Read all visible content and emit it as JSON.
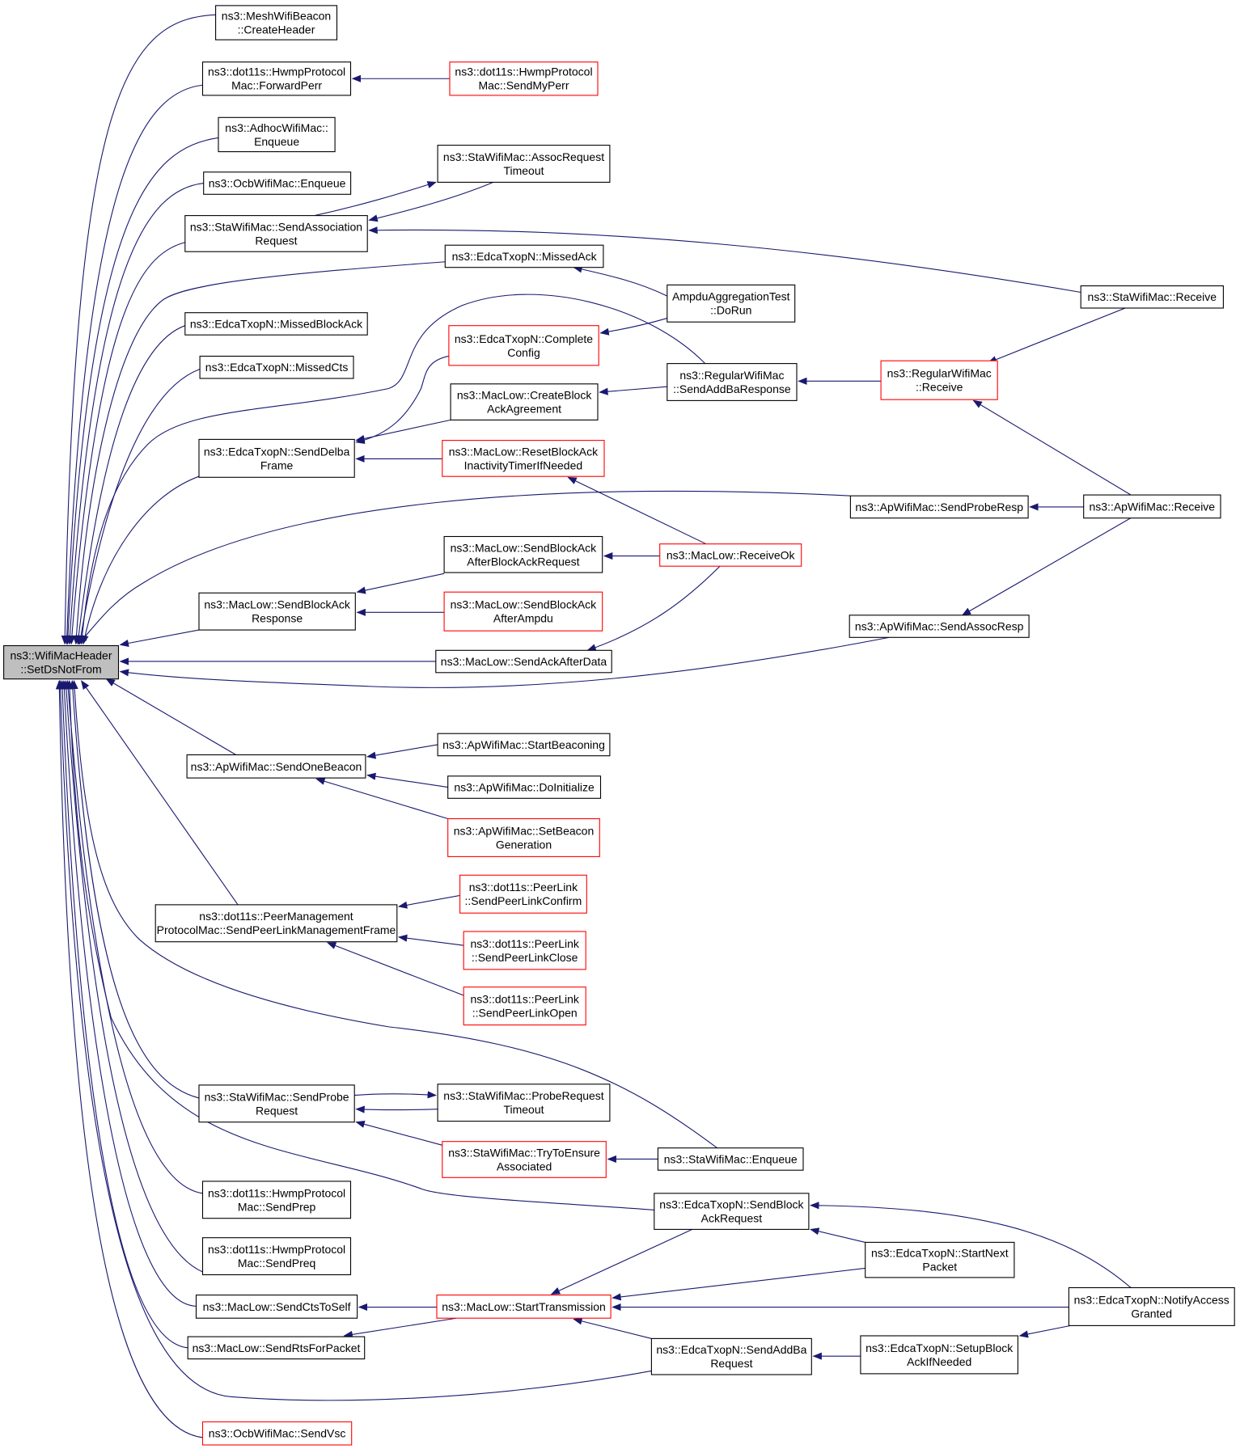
{
  "colors": {
    "edge": "#191970",
    "border_default": "#000000",
    "border_truncated": "#ff0000",
    "root_fill": "#bfbfbf"
  },
  "nodes": [
    {
      "id": "root",
      "lines": [
        "ns3::WifiMacHeader",
        "::SetDsNotFrom"
      ],
      "style": "root"
    },
    {
      "id": "n1",
      "lines": [
        "ns3::MeshWifiBeacon",
        "::CreateHeader"
      ],
      "style": "default"
    },
    {
      "id": "n2",
      "lines": [
        "ns3::dot11s::HwmpProtocol",
        "Mac::ForwardPerr"
      ],
      "style": "default"
    },
    {
      "id": "n3",
      "lines": [
        "ns3::dot11s::HwmpProtocol",
        "Mac::SendMyPerr"
      ],
      "style": "truncated"
    },
    {
      "id": "n4",
      "lines": [
        "ns3::AdhocWifiMac::",
        "Enqueue"
      ],
      "style": "default"
    },
    {
      "id": "n5",
      "lines": [
        "ns3::OcbWifiMac::Enqueue"
      ],
      "style": "default"
    },
    {
      "id": "n6",
      "lines": [
        "ns3::StaWifiMac::AssocRequest",
        "Timeout"
      ],
      "style": "default"
    },
    {
      "id": "n7",
      "lines": [
        "ns3::StaWifiMac::SendAssociation",
        "Request"
      ],
      "style": "default"
    },
    {
      "id": "n8",
      "lines": [
        "ns3::EdcaTxopN::MissedAck"
      ],
      "style": "default"
    },
    {
      "id": "n9",
      "lines": [
        "ns3::StaWifiMac::Receive"
      ],
      "style": "default"
    },
    {
      "id": "n10",
      "lines": [
        "AmpduAggregationTest",
        "::DoRun"
      ],
      "style": "default"
    },
    {
      "id": "n11",
      "lines": [
        "ns3::EdcaTxopN::MissedBlockAck"
      ],
      "style": "default"
    },
    {
      "id": "n12",
      "lines": [
        "ns3::EdcaTxopN::Complete",
        "Config"
      ],
      "style": "truncated"
    },
    {
      "id": "n13",
      "lines": [
        "ns3::EdcaTxopN::MissedCts"
      ],
      "style": "default"
    },
    {
      "id": "n14",
      "lines": [
        "ns3::RegularWifiMac",
        "::SendAddBaResponse"
      ],
      "style": "default"
    },
    {
      "id": "n15",
      "lines": [
        "ns3::RegularWifiMac",
        "::Receive"
      ],
      "style": "truncated"
    },
    {
      "id": "n16",
      "lines": [
        "ns3::MacLow::CreateBlock",
        "AckAgreement"
      ],
      "style": "default"
    },
    {
      "id": "n17",
      "lines": [
        "ns3::EdcaTxopN::SendDelba",
        "Frame"
      ],
      "style": "default"
    },
    {
      "id": "n18",
      "lines": [
        "ns3::MacLow::ResetBlockAck",
        "InactivityTimerIfNeeded"
      ],
      "style": "truncated"
    },
    {
      "id": "n19",
      "lines": [
        "ns3::ApWifiMac::SendProbeResp"
      ],
      "style": "default"
    },
    {
      "id": "n20",
      "lines": [
        "ns3::ApWifiMac::Receive"
      ],
      "style": "default"
    },
    {
      "id": "n21",
      "lines": [
        "ns3::MacLow::SendBlockAck",
        "AfterBlockAckRequest"
      ],
      "style": "default"
    },
    {
      "id": "n22",
      "lines": [
        "ns3::MacLow::ReceiveOk"
      ],
      "style": "truncated"
    },
    {
      "id": "n23",
      "lines": [
        "ns3::MacLow::SendBlockAck",
        "Response"
      ],
      "style": "default"
    },
    {
      "id": "n24",
      "lines": [
        "ns3::MacLow::SendBlockAck",
        "AfterAmpdu"
      ],
      "style": "truncated"
    },
    {
      "id": "n25",
      "lines": [
        "ns3::ApWifiMac::SendAssocResp"
      ],
      "style": "default"
    },
    {
      "id": "n26",
      "lines": [
        "ns3::MacLow::SendAckAfterData"
      ],
      "style": "default"
    },
    {
      "id": "n27",
      "lines": [
        "ns3::ApWifiMac::StartBeaconing"
      ],
      "style": "default"
    },
    {
      "id": "n28",
      "lines": [
        "ns3::ApWifiMac::SendOneBeacon"
      ],
      "style": "default"
    },
    {
      "id": "n29",
      "lines": [
        "ns3::ApWifiMac::DoInitialize"
      ],
      "style": "default"
    },
    {
      "id": "n30",
      "lines": [
        "ns3::ApWifiMac::SetBeacon",
        "Generation"
      ],
      "style": "truncated"
    },
    {
      "id": "n31",
      "lines": [
        "ns3::dot11s::PeerLink",
        "::SendPeerLinkConfirm"
      ],
      "style": "truncated"
    },
    {
      "id": "n32",
      "lines": [
        "ns3::dot11s::PeerManagement",
        "ProtocolMac::SendPeerLinkManagementFrame"
      ],
      "style": "default"
    },
    {
      "id": "n33",
      "lines": [
        "ns3::dot11s::PeerLink",
        "::SendPeerLinkClose"
      ],
      "style": "truncated"
    },
    {
      "id": "n34",
      "lines": [
        "ns3::dot11s::PeerLink",
        "::SendPeerLinkOpen"
      ],
      "style": "truncated"
    },
    {
      "id": "n35",
      "lines": [
        "ns3::StaWifiMac::SendProbe",
        "Request"
      ],
      "style": "default"
    },
    {
      "id": "n36",
      "lines": [
        "ns3::StaWifiMac::ProbeRequest",
        "Timeout"
      ],
      "style": "default"
    },
    {
      "id": "n37",
      "lines": [
        "ns3::StaWifiMac::TryToEnsure",
        "Associated"
      ],
      "style": "truncated"
    },
    {
      "id": "n38",
      "lines": [
        "ns3::StaWifiMac::Enqueue"
      ],
      "style": "default"
    },
    {
      "id": "n39",
      "lines": [
        "ns3::dot11s::HwmpProtocol",
        "Mac::SendPrep"
      ],
      "style": "default"
    },
    {
      "id": "n40",
      "lines": [
        "ns3::EdcaTxopN::SendBlock",
        "AckRequest"
      ],
      "style": "default"
    },
    {
      "id": "n41",
      "lines": [
        "ns3::dot11s::HwmpProtocol",
        "Mac::SendPreq"
      ],
      "style": "default"
    },
    {
      "id": "n42",
      "lines": [
        "ns3::EdcaTxopN::StartNext",
        "Packet"
      ],
      "style": "default"
    },
    {
      "id": "n43",
      "lines": [
        "ns3::MacLow::SendCtsToSelf"
      ],
      "style": "default"
    },
    {
      "id": "n44",
      "lines": [
        "ns3::MacLow::StartTransmission"
      ],
      "style": "truncated"
    },
    {
      "id": "n45",
      "lines": [
        "ns3::EdcaTxopN::NotifyAccess",
        "Granted"
      ],
      "style": "default"
    },
    {
      "id": "n46",
      "lines": [
        "ns3::MacLow::SendRtsForPacket"
      ],
      "style": "default"
    },
    {
      "id": "n47",
      "lines": [
        "ns3::EdcaTxopN::SendAddBa",
        "Request"
      ],
      "style": "default"
    },
    {
      "id": "n48",
      "lines": [
        "ns3::EdcaTxopN::SetupBlock",
        "AckIfNeeded"
      ],
      "style": "default"
    },
    {
      "id": "n49",
      "lines": [
        "ns3::OcbWifiMac::SendVsc"
      ],
      "style": "truncated"
    }
  ],
  "edges": [
    {
      "from": "n1",
      "to": "root"
    },
    {
      "from": "n2",
      "to": "root"
    },
    {
      "from": "n3",
      "to": "n2"
    },
    {
      "from": "n4",
      "to": "root"
    },
    {
      "from": "n5",
      "to": "root"
    },
    {
      "from": "n7",
      "to": "root"
    },
    {
      "from": "n7",
      "to": "n6"
    },
    {
      "from": "n6",
      "to": "n7"
    },
    {
      "from": "n9",
      "to": "n7"
    },
    {
      "from": "n8",
      "to": "root"
    },
    {
      "from": "n10",
      "to": "n8"
    },
    {
      "from": "n11",
      "to": "root"
    },
    {
      "from": "n13",
      "to": "root"
    },
    {
      "from": "n14",
      "to": "root"
    },
    {
      "from": "n17",
      "to": "root"
    },
    {
      "from": "n12",
      "to": "n17"
    },
    {
      "from": "n10",
      "to": "n12"
    },
    {
      "from": "n16",
      "to": "n17"
    },
    {
      "from": "n18",
      "to": "n17"
    },
    {
      "from": "n14",
      "to": "n16"
    },
    {
      "from": "n15",
      "to": "n14"
    },
    {
      "from": "n9",
      "to": "n15"
    },
    {
      "from": "n20",
      "to": "n15"
    },
    {
      "from": "n22",
      "to": "n18"
    },
    {
      "from": "n19",
      "to": "root"
    },
    {
      "from": "n20",
      "to": "n19"
    },
    {
      "from": "n23",
      "to": "root"
    },
    {
      "from": "n21",
      "to": "n23"
    },
    {
      "from": "n24",
      "to": "n23"
    },
    {
      "from": "n22",
      "to": "n21"
    },
    {
      "from": "n26",
      "to": "root"
    },
    {
      "from": "n22",
      "to": "n26"
    },
    {
      "from": "n25",
      "to": "root"
    },
    {
      "from": "n20",
      "to": "n25"
    },
    {
      "from": "n28",
      "to": "root"
    },
    {
      "from": "n27",
      "to": "n28"
    },
    {
      "from": "n29",
      "to": "n28"
    },
    {
      "from": "n30",
      "to": "n28"
    },
    {
      "from": "n32",
      "to": "root"
    },
    {
      "from": "n31",
      "to": "n32"
    },
    {
      "from": "n33",
      "to": "n32"
    },
    {
      "from": "n34",
      "to": "n32"
    },
    {
      "from": "n38",
      "to": "root"
    },
    {
      "from": "n35",
      "to": "root"
    },
    {
      "from": "n35",
      "to": "n36"
    },
    {
      "from": "n36",
      "to": "n35"
    },
    {
      "from": "n37",
      "to": "n35"
    },
    {
      "from": "n38",
      "to": "n37"
    },
    {
      "from": "n40",
      "to": "root"
    },
    {
      "from": "n39",
      "to": "root"
    },
    {
      "from": "n41",
      "to": "root"
    },
    {
      "from": "n43",
      "to": "root"
    },
    {
      "from": "n44",
      "to": "n43"
    },
    {
      "from": "n46",
      "to": "root"
    },
    {
      "from": "n44",
      "to": "n46"
    },
    {
      "from": "n47",
      "to": "root"
    },
    {
      "from": "n49",
      "to": "root"
    },
    {
      "from": "n40",
      "to": "n44"
    },
    {
      "from": "n42",
      "to": "n44"
    },
    {
      "from": "n45",
      "to": "n44"
    },
    {
      "from": "n47",
      "to": "n44"
    },
    {
      "from": "n42",
      "to": "n40"
    },
    {
      "from": "n45",
      "to": "n40"
    },
    {
      "from": "n48",
      "to": "n47"
    },
    {
      "from": "n45",
      "to": "n48"
    }
  ]
}
